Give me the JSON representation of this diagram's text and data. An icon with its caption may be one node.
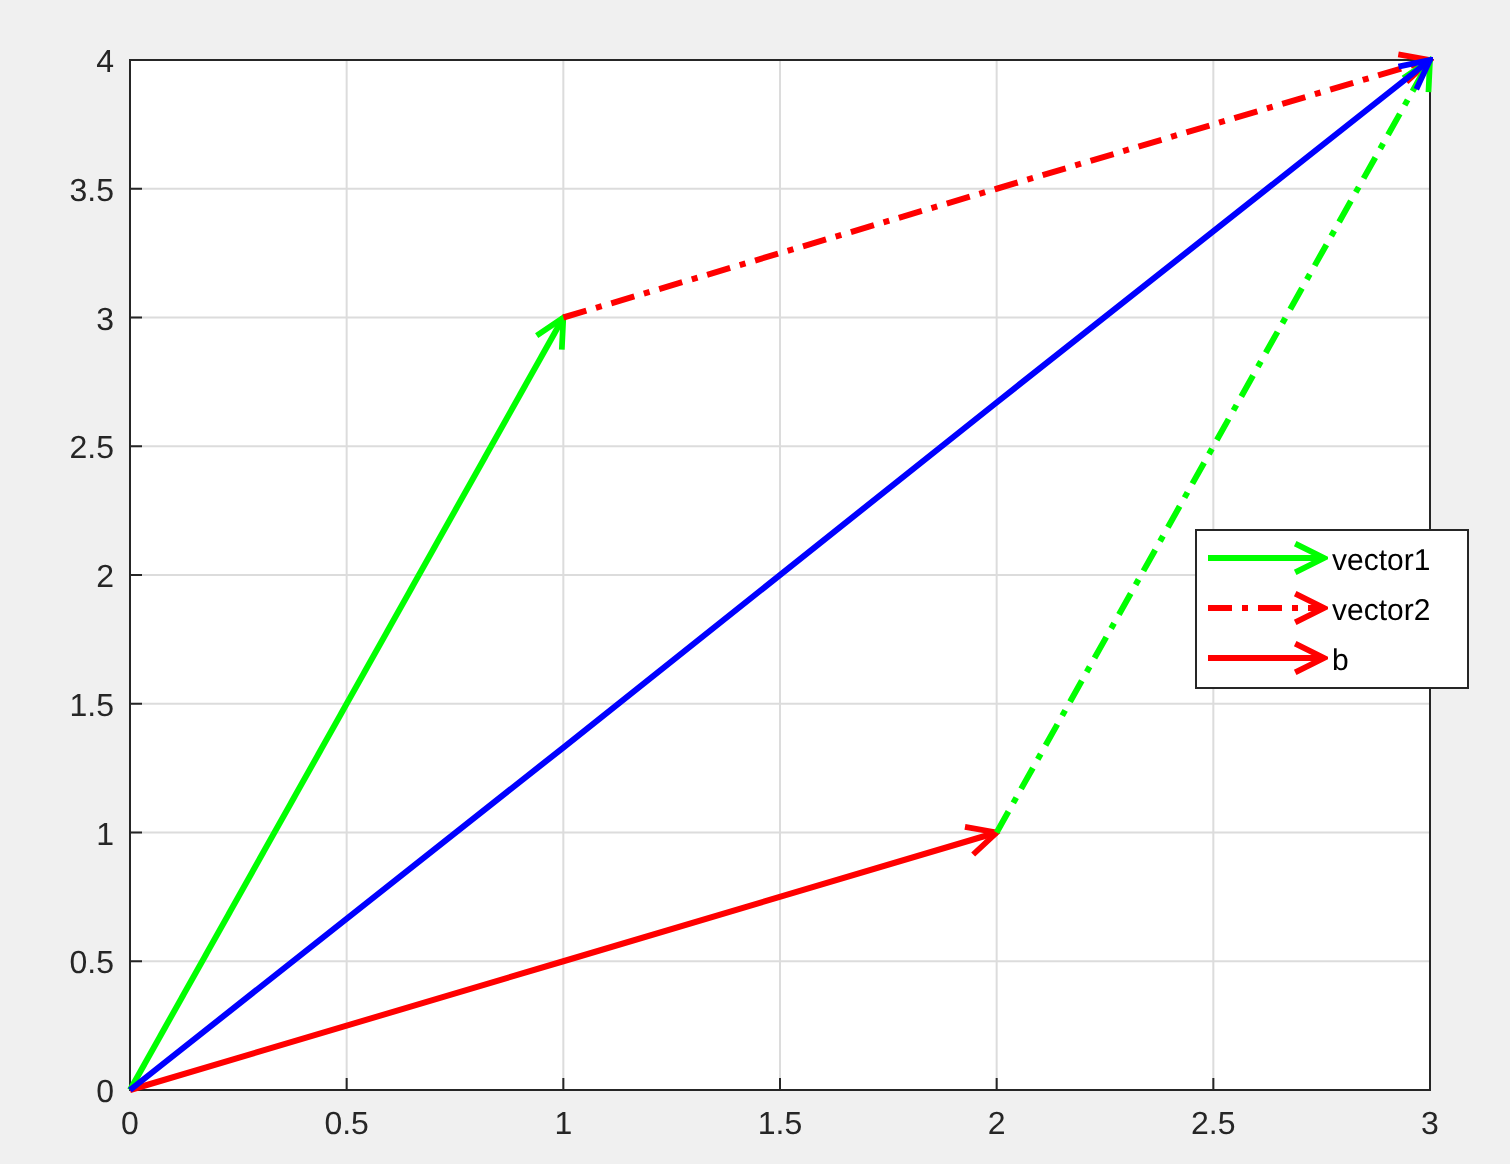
{
  "diagram": {
    "chart_data": {
      "type": "line",
      "x": [
        0,
        1,
        2,
        3
      ],
      "xlim": [
        0,
        3
      ],
      "ylim": [
        0,
        4
      ],
      "xticks": [
        0,
        0.5,
        1,
        1.5,
        2,
        2.5,
        3
      ],
      "yticks": [
        0,
        0.5,
        1,
        1.5,
        2,
        2.5,
        3,
        3.5,
        4
      ],
      "grid": true,
      "legend": true,
      "series": [
        {
          "name": "vector1",
          "color": "#00ff00",
          "line_style": "solid",
          "values": [
            0,
            3,
            null,
            null
          ]
        },
        {
          "name": "vector2",
          "color": "#ff0000",
          "line_style": "dashdot",
          "values": [
            null,
            3,
            3.5,
            4
          ]
        },
        {
          "name": "b",
          "color": "#ff0000",
          "line_style": "solid",
          "values": [
            0,
            0.5,
            1,
            null
          ]
        },
        {
          "color": "#00ff00",
          "line_style": "dashdot",
          "values": [
            null,
            null,
            1,
            4
          ]
        },
        {
          "color": "#0000ff",
          "line_style": "solid",
          "values": [
            0,
            1.33,
            2.67,
            4
          ]
        }
      ]
    }
  }
}
